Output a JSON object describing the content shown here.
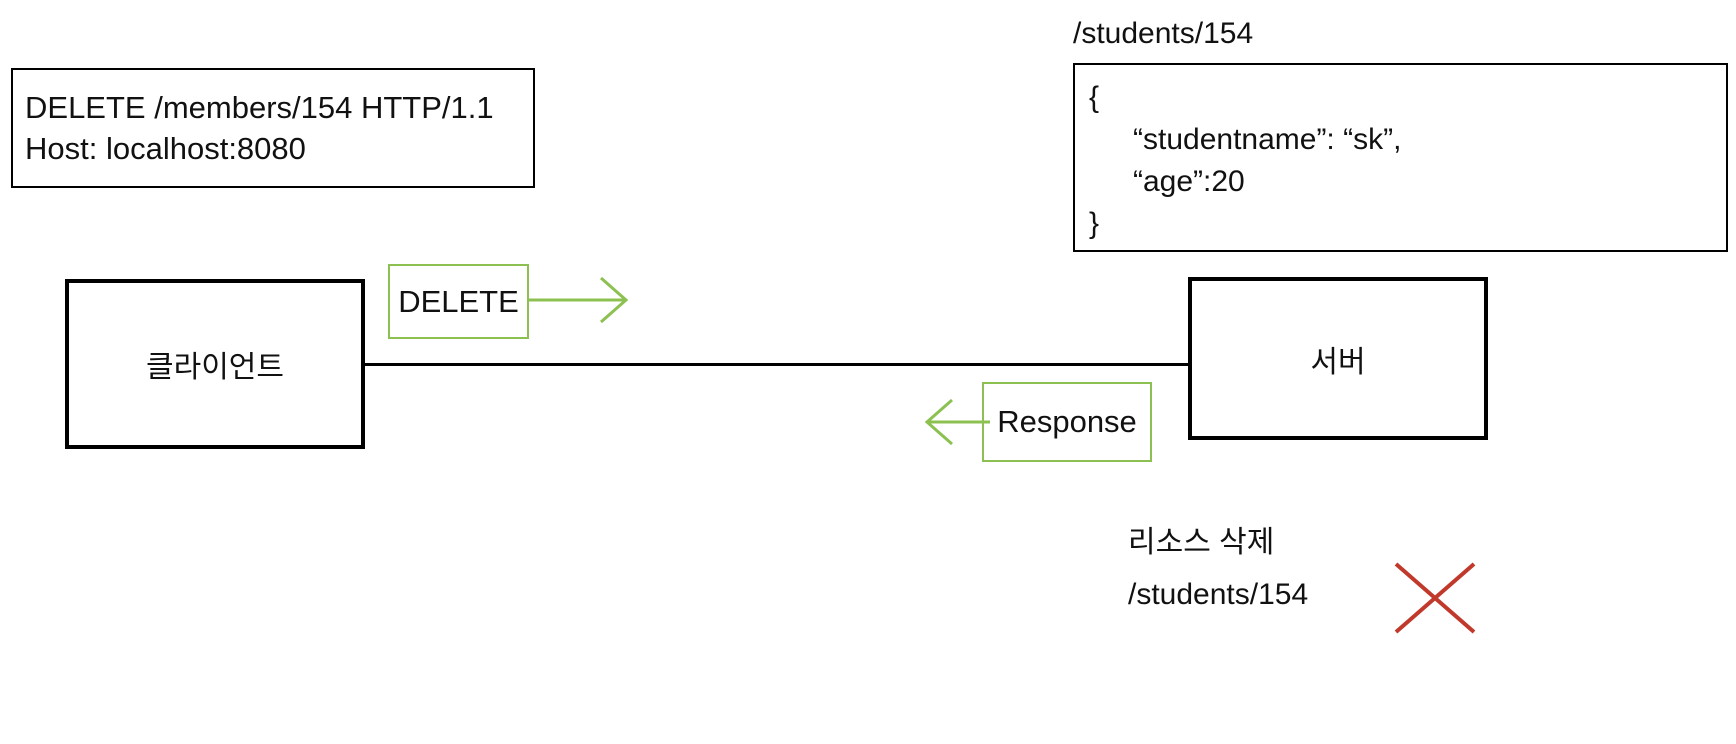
{
  "diagram": {
    "title": "HTTP DELETE request flow diagram",
    "colors": {
      "stroke_black": "#000000",
      "accent_green": "#8cc152",
      "accent_red": "#c0392b",
      "background": "#ffffff"
    }
  },
  "request_box": {
    "line1": "DELETE /members/154 HTTP/1.1",
    "line2": "Host: localhost:8080"
  },
  "resource": {
    "path_label": "/students/154",
    "json": {
      "open_brace": "{",
      "field_name": "“studentname”: “sk”,",
      "field_age": "“age”:20",
      "close_brace": "}"
    }
  },
  "nodes": {
    "client_label": "클라이언트",
    "server_label": "서버"
  },
  "messages": {
    "request_label": "DELETE",
    "response_label": "Response"
  },
  "notes": {
    "action": "리소스 삭제",
    "target_path": "/students/154",
    "delete_mark": "x-mark"
  }
}
